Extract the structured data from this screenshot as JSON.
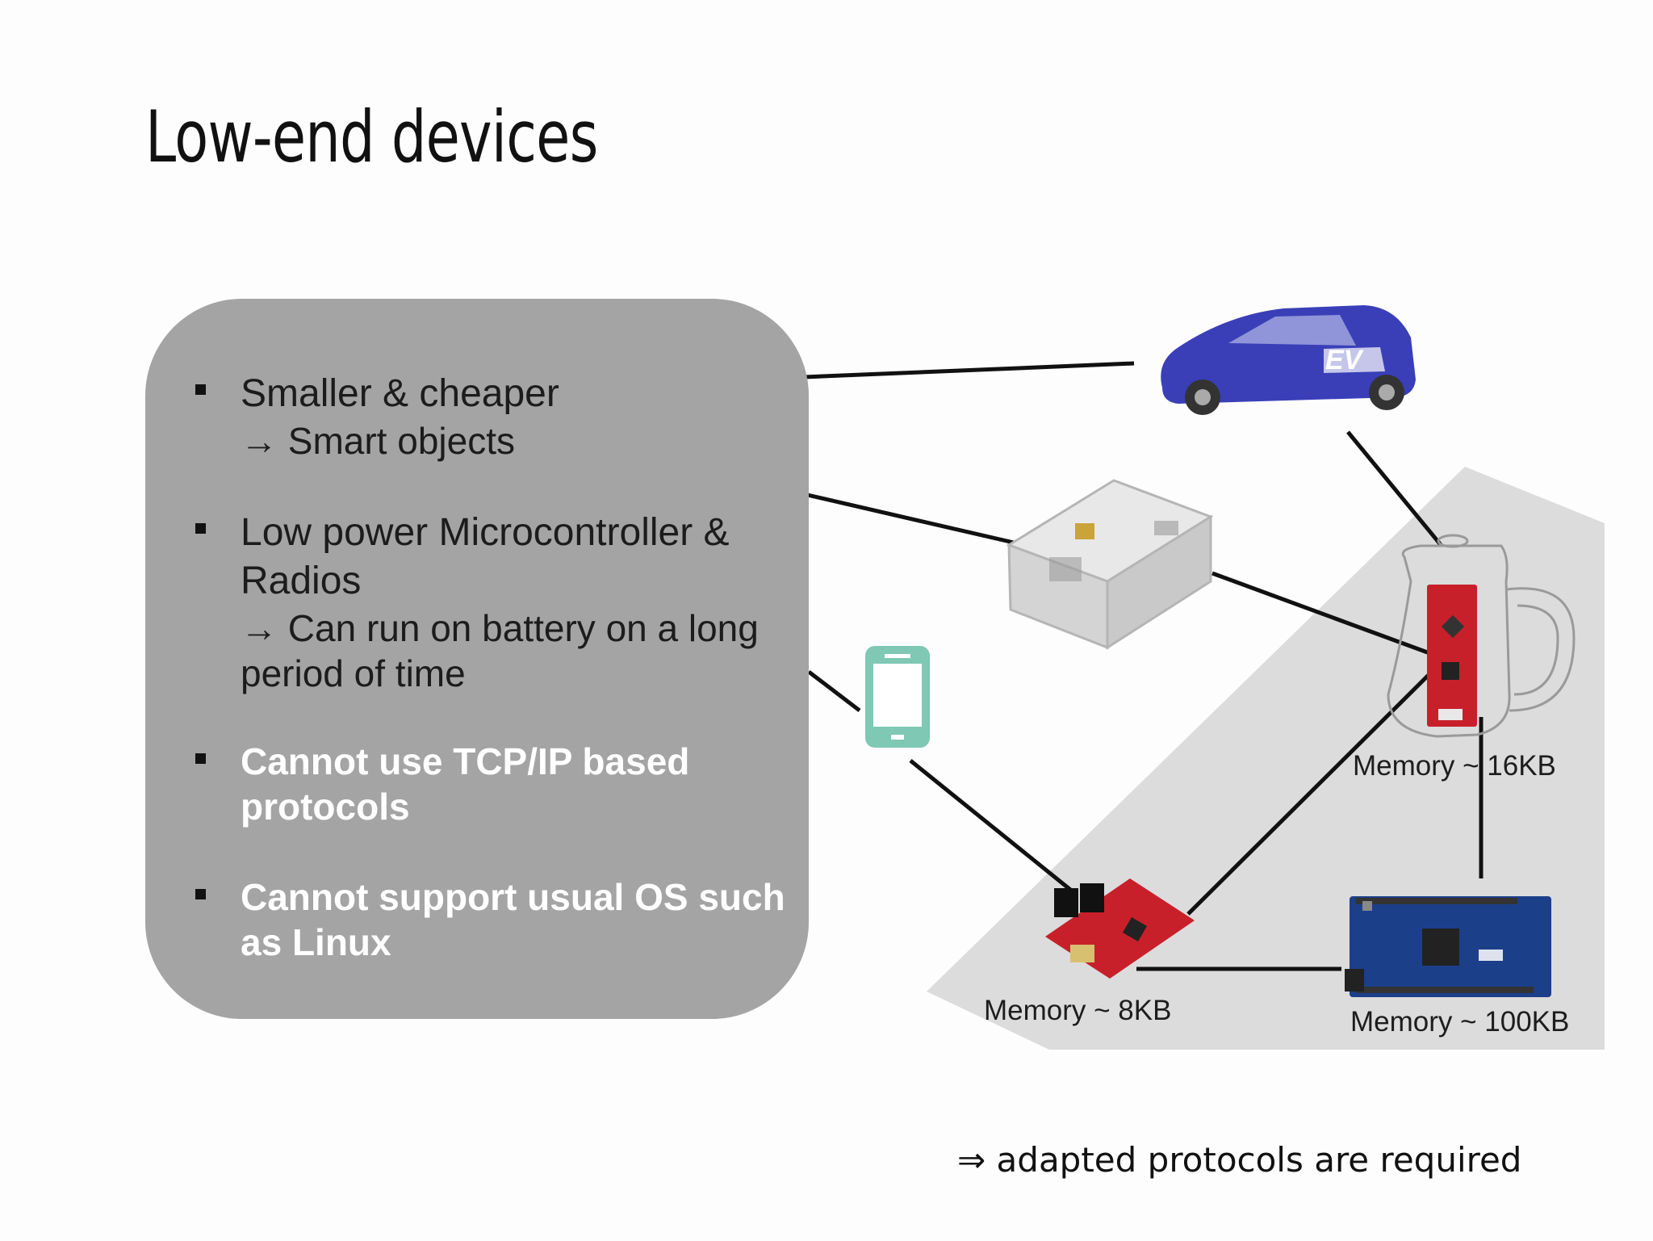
{
  "slide": {
    "title": "Low-end devices"
  },
  "bullets": [
    {
      "main": "Smaller & cheaper",
      "sub": "→ Smart objects",
      "style": "dark"
    },
    {
      "main": "Low power Microcontroller & Radios",
      "sub": "→ Can run on battery on a long period of time",
      "style": "dark"
    },
    {
      "main": "Cannot use TCP/IP based protocols",
      "sub": "",
      "style": "light"
    },
    {
      "main": "Cannot support usual OS such as Linux",
      "sub": "",
      "style": "light"
    }
  ],
  "devices": {
    "car": {
      "icon": "electric-car-icon",
      "badge": "EV"
    },
    "raspberry_pi": {
      "icon": "raspberry-pi-case-icon"
    },
    "phone": {
      "icon": "smartphone-icon",
      "color": "#7fc8b3"
    },
    "kettle": {
      "icon": "kettle-with-board-icon",
      "memory": "Memory ~ 16KB"
    },
    "zolertia": {
      "icon": "red-sensor-board-icon",
      "memory": "Memory ~ 8KB"
    },
    "arduino_due": {
      "icon": "arduino-due-board-icon",
      "memory": "Memory ~ 100KB"
    }
  },
  "conclusion": "⇒ adapted protocols are required",
  "colors": {
    "card": "#a4a4a4",
    "region": "#dcdcdc",
    "car": "#3a3fb8",
    "board_red": "#c8202a",
    "board_blue": "#1c3f8a"
  }
}
